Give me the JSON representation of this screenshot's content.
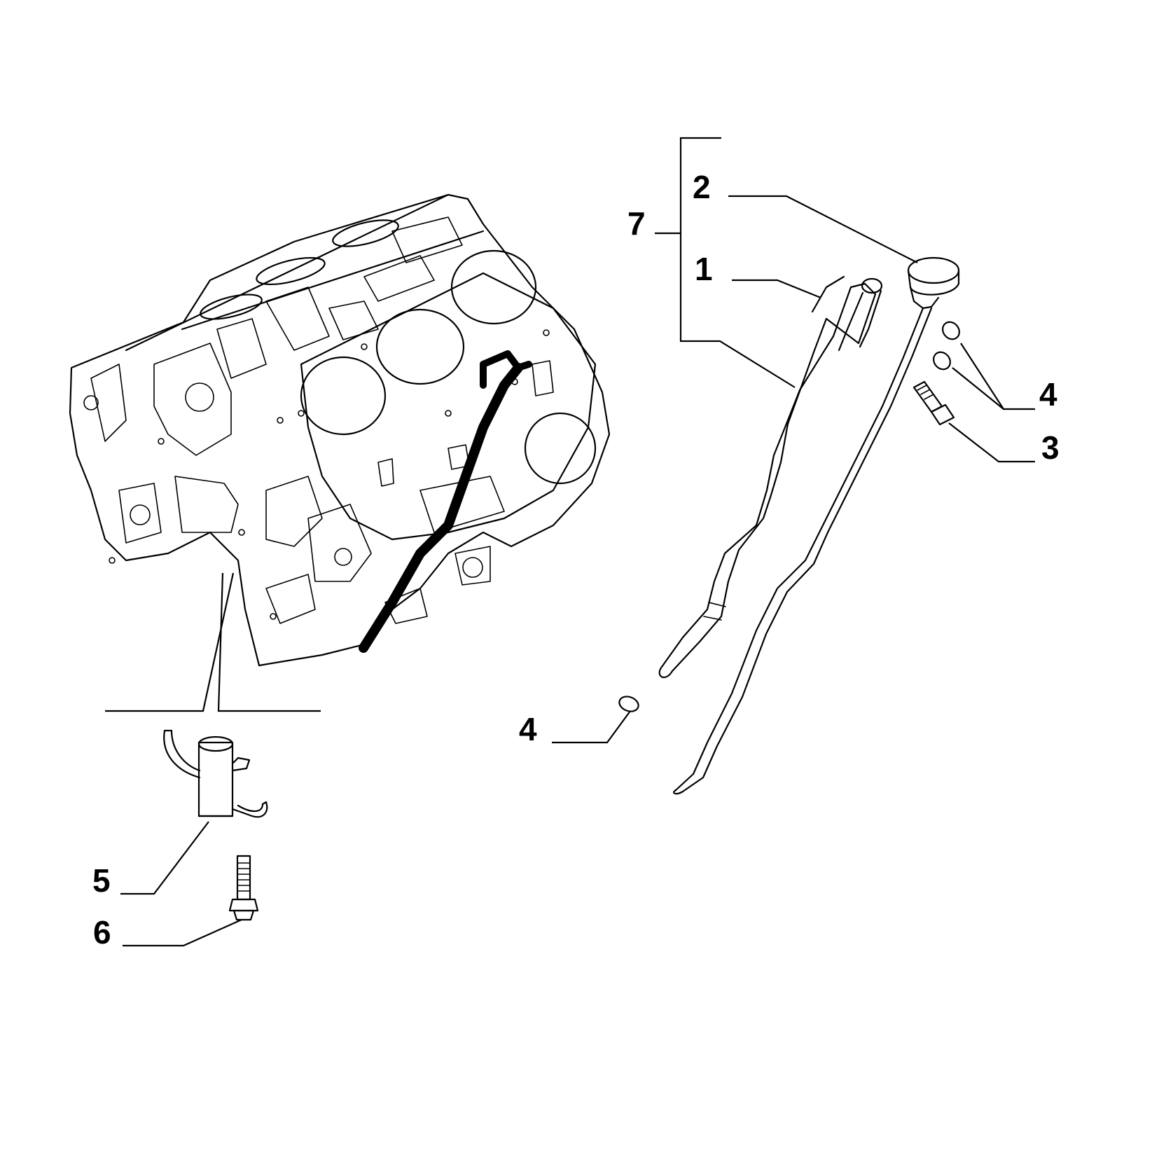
{
  "callouts": {
    "c1": "1",
    "c2": "2",
    "c3": "3",
    "c4a": "4",
    "c4b": "4",
    "c5": "5",
    "c6": "6",
    "c7": "7"
  },
  "parts": {
    "engine_block": "engine-block-icon",
    "dipstick_guide_tube_installed": "guide-tube-icon",
    "dipstick_guide_tube": "guide-tube-icon",
    "dipstick": "dipstick-icon",
    "o_ring": "o-ring-icon",
    "bolt": "bolt-icon",
    "bracket": "bracket-icon"
  }
}
